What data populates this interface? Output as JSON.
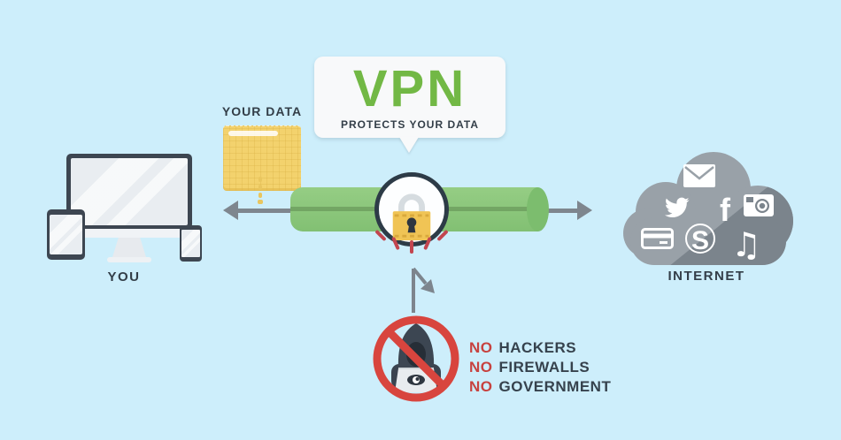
{
  "bubble": {
    "title": "VPN",
    "subtitle": "PROTECTS YOUR DATA"
  },
  "labels": {
    "your_data": "YOUR DATA",
    "you": "YOU",
    "internet": "INTERNET"
  },
  "prohibitions": [
    {
      "prefix": "NO",
      "label": "HACKERS"
    },
    {
      "prefix": "NO",
      "label": "FIREWALLS"
    },
    {
      "prefix": "NO",
      "label": "GOVERNMENT"
    }
  ],
  "cloud": {
    "icons": [
      {
        "name": "mail-icon"
      },
      {
        "name": "twitter-icon"
      },
      {
        "name": "facebook-icon",
        "glyph": "f"
      },
      {
        "name": "camera-icon"
      },
      {
        "name": "credit-card-icon"
      },
      {
        "name": "skype-icon",
        "glyph": "S"
      },
      {
        "name": "music-icon",
        "glyph": "♫"
      }
    ]
  },
  "colors": {
    "background": "#cdeefb",
    "accent_green": "#72b845",
    "tube_green": "#8cc87c",
    "arrow_gray": "#7e868e",
    "alert_red": "#d8453e",
    "no_red": "#c7423f",
    "text_dark": "#333e48",
    "cloud_light": "#99a1a8",
    "cloud_dark": "#7b848c",
    "folder_yellow": "#f3d26d",
    "lock_yellow": "#f0c455",
    "device_frame": "#3d4651"
  }
}
